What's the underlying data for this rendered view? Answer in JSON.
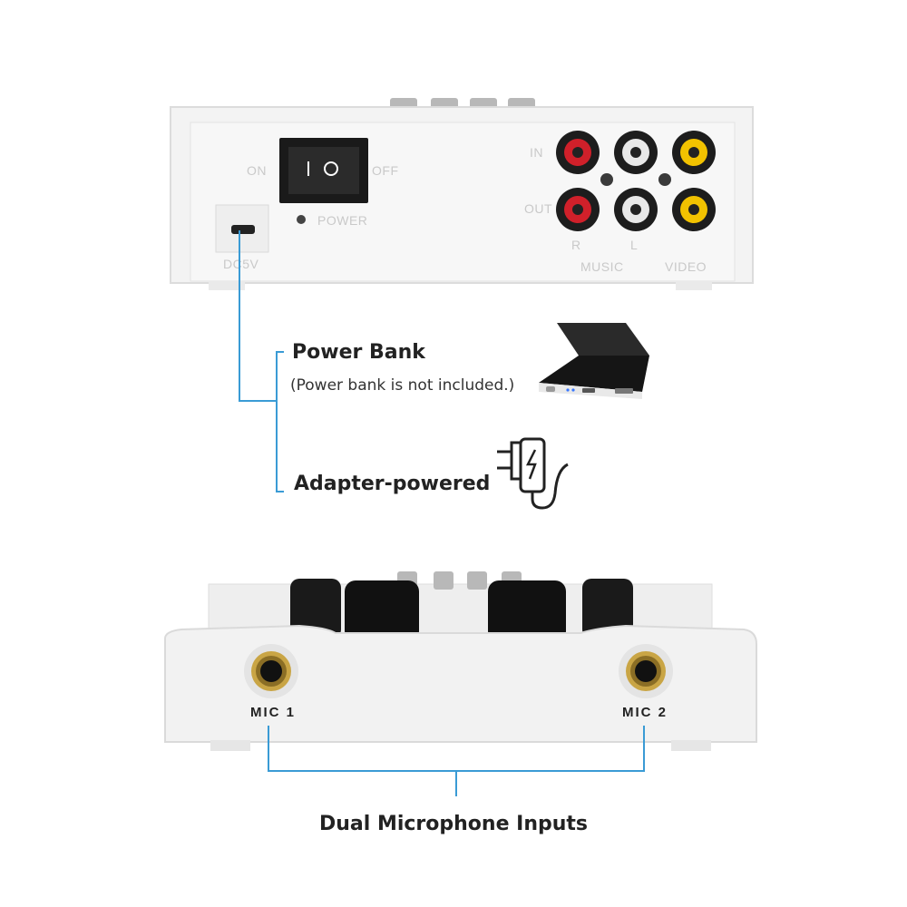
{
  "rear_panel": {
    "switch_on": "ON",
    "switch_off": "OFF",
    "switch_glyph_off": "O",
    "power_label": "POWER",
    "dc_label": "DC5V",
    "in_label": "IN",
    "out_label": "OUT",
    "r_label": "R",
    "l_label": "L",
    "music_label": "MUSIC",
    "video_label": "VIDEO"
  },
  "callouts": {
    "power_bank_title": "Power Bank",
    "power_bank_note": "(Power bank is not included.)",
    "adapter_title": "Adapter-powered"
  },
  "front_panel": {
    "mic1_label": "MIC 1",
    "mic2_label": "MIC 2"
  },
  "caption": {
    "text": "Dual Microphone Inputs"
  },
  "colors": {
    "accent_line": "#3a9bd5",
    "rca_red": "#d0202a",
    "rca_white": "#e8e8e8",
    "rca_yellow": "#f2c200",
    "gold": "#c9a545"
  }
}
